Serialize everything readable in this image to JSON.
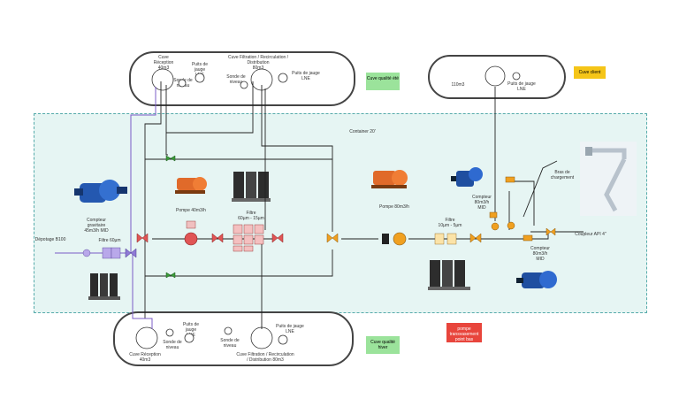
{
  "container": {
    "title": "Container 20'"
  },
  "tank_top_left": {
    "reception_label": "Cuve Réception\n40m3",
    "filtration_label": "Cuve Filtration / Recirculation / Distribution\n80m3",
    "sonde_left": "Sonde de\nniveau",
    "puits_left": "Puits de\njauge\nLNE",
    "sonde_right": "Sonde de\nniveau",
    "puits_right": "Puits de jauge\nLNE"
  },
  "tank_top_right": {
    "volume": "110m3",
    "puits": "Puits de jauge\nLNE"
  },
  "tank_bottom": {
    "reception_label": "Cuve Réception\n40m3",
    "filtration_label": "Cuve Filtration / Recirculation\n/ Distribution 80m3",
    "sonde_left": "Sonde de\nniveau",
    "puits_left": "Puits de\njauge\nLNE",
    "sonde_right": "Sonde de\nniveau",
    "puits_right": "Puits de jauge\nLNE"
  },
  "stickies": {
    "cuve_qualite_ete": {
      "text": "Cuve qualité\nété",
      "color": "#9be39b"
    },
    "cuve_client": {
      "text": "Cuve client",
      "color": "#f5c518"
    },
    "cuve_qualite_hiver": {
      "text": "Cuve qualité\nhiver",
      "color": "#9be39b"
    },
    "pompe_transvasement": {
      "text": "pompe\ntransvasement\npoint bas",
      "color": "#e8453c"
    }
  },
  "labels": {
    "depotage": "Dépotage B100",
    "compteur_gravitaire": "Compteur\ngravitaire\n45m3/h MID",
    "filtre_60": "Filtre 60µm",
    "pompe_40": "Pompe 40m3/h",
    "filtre_duo": "Filtre\n60µm - 15µm",
    "pompe_80": "Pompe 80m3/h",
    "filtre_10_5": "Filtre\n10µm - 5µm",
    "compteur_80_upper": "Compteur\n80m3/h\nMID",
    "bras": "Bras de\nchargement",
    "compteur_80_lower": "Compteur\n80m3/h\nMID",
    "coupleur": "Coupleur API 4\""
  },
  "colors": {
    "pipe_black": "#222222",
    "pipe_purple": "#7b5cc7",
    "valve_red": "#e05555",
    "valve_orange": "#f0a020",
    "valve_green": "#3a9a3a",
    "container_fill": "#e6f5f3"
  }
}
